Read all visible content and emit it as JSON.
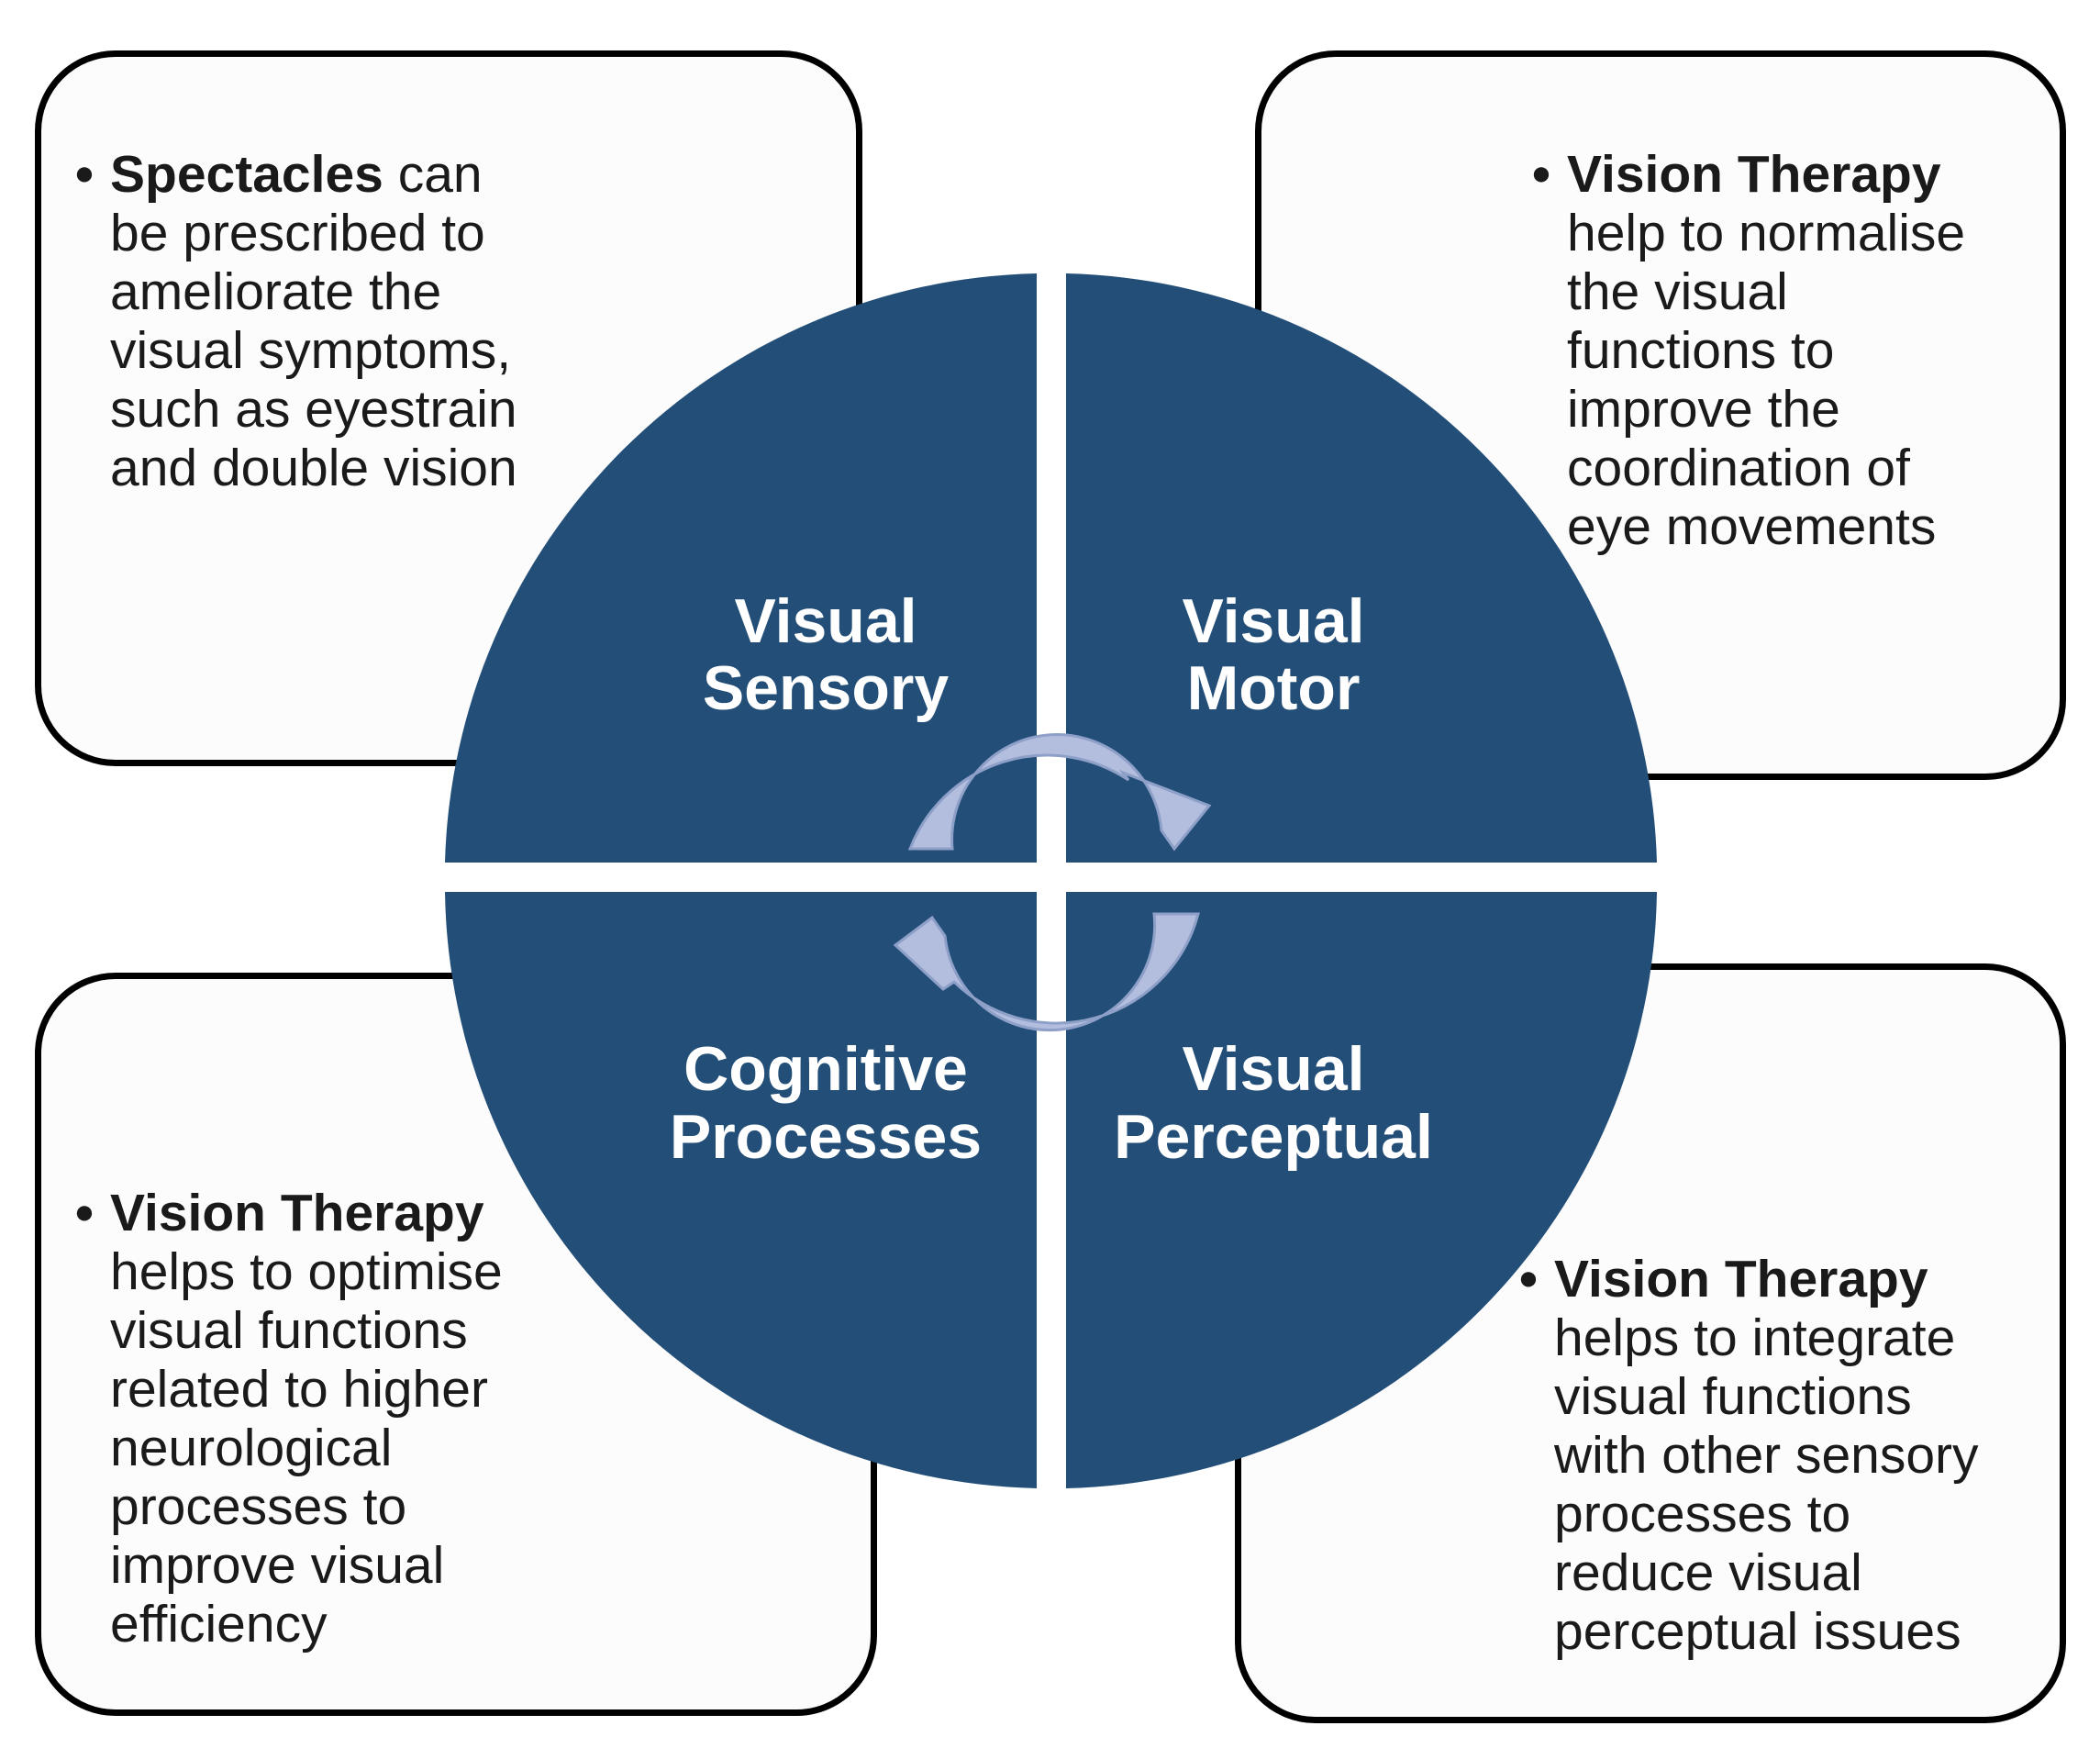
{
  "colors": {
    "quadrant_fill": "#224e78",
    "arrow_fill": "#b3bedf",
    "arrow_stroke": "#8ea0c8",
    "box_border": "#000000"
  },
  "quadrants": {
    "top_left": [
      "Visual",
      "Sensory"
    ],
    "top_right": [
      "Visual",
      "Motor"
    ],
    "bottom_left": [
      "Cognitive",
      "Processes"
    ],
    "bottom_right": [
      "Visual",
      "Perceptual"
    ]
  },
  "boxes": {
    "top_left": {
      "lead": "Spectacles",
      "lines": [
        "can",
        "be prescribed to",
        "ameliorate the",
        "visual symptoms,",
        "such as eyestrain",
        "and double vision"
      ]
    },
    "top_right": {
      "lead": "Vision Therapy",
      "lines": [
        "help to normalise",
        "the visual",
        "functions to",
        "improve the",
        "coordination of",
        "eye movements"
      ]
    },
    "bottom_left": {
      "lead": "Vision Therapy",
      "lines": [
        "helps to optimise",
        "visual functions",
        "related to higher",
        "neurological",
        "processes to",
        "improve visual",
        "efficiency"
      ]
    },
    "bottom_right": {
      "lead": "Vision Therapy",
      "lines": [
        "helps to integrate",
        "visual functions",
        "with other sensory",
        "processes to",
        "reduce visual",
        "perceptual issues"
      ]
    }
  }
}
